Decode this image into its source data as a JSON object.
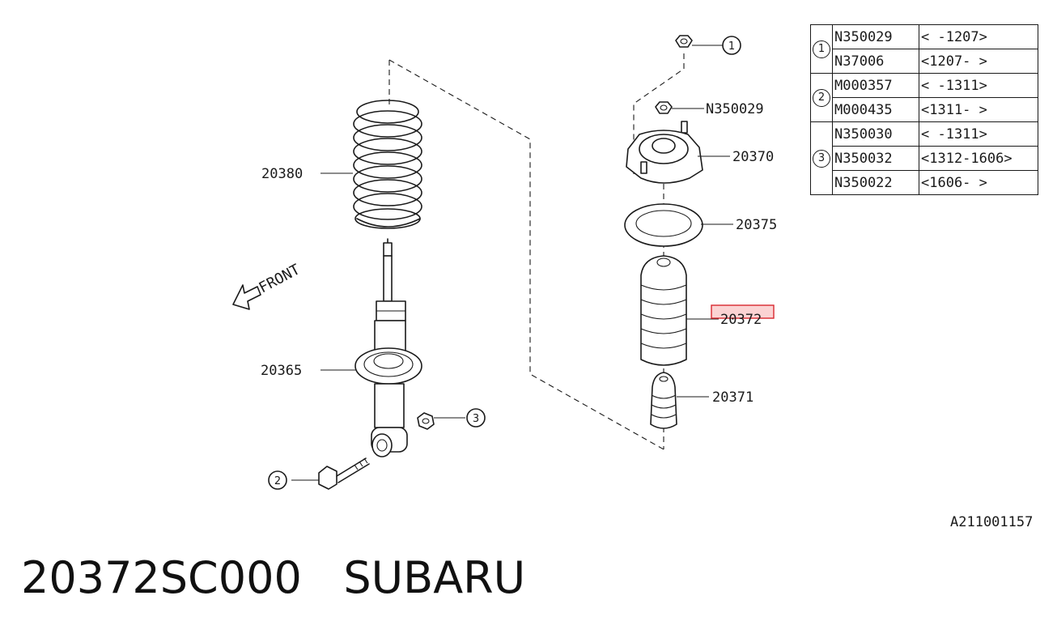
{
  "callouts": {
    "c1": "1",
    "c2": "2",
    "c3": "3"
  },
  "labels": {
    "spring": "20380",
    "strut": "20365",
    "bolt_nut": "N350029",
    "mount": "20370",
    "seat": "20375",
    "boot": "20372",
    "bumper": "20371",
    "front": "FRONT"
  },
  "ref_table": [
    {
      "ref": "1",
      "rows": [
        {
          "part": "N350029",
          "range": "< -1207>"
        },
        {
          "part": "N37006",
          "range": "<1207- >"
        }
      ]
    },
    {
      "ref": "2",
      "rows": [
        {
          "part": "M000357",
          "range": "< -1311>"
        },
        {
          "part": "M000435",
          "range": "<1311- >"
        }
      ]
    },
    {
      "ref": "3",
      "rows": [
        {
          "part": "N350030",
          "range": "< -1311>"
        },
        {
          "part": "N350032",
          "range": "<1312-1606>"
        },
        {
          "part": "N350022",
          "range": "<1606- >"
        }
      ]
    }
  ],
  "figure_code": "A211001157",
  "caption": {
    "part_number": "20372SC000",
    "brand": "SUBARU"
  },
  "colors": {
    "line": "#1a1a1a",
    "highlight_fill": "#fbd3d3",
    "highlight_stroke": "#d9282f"
  }
}
